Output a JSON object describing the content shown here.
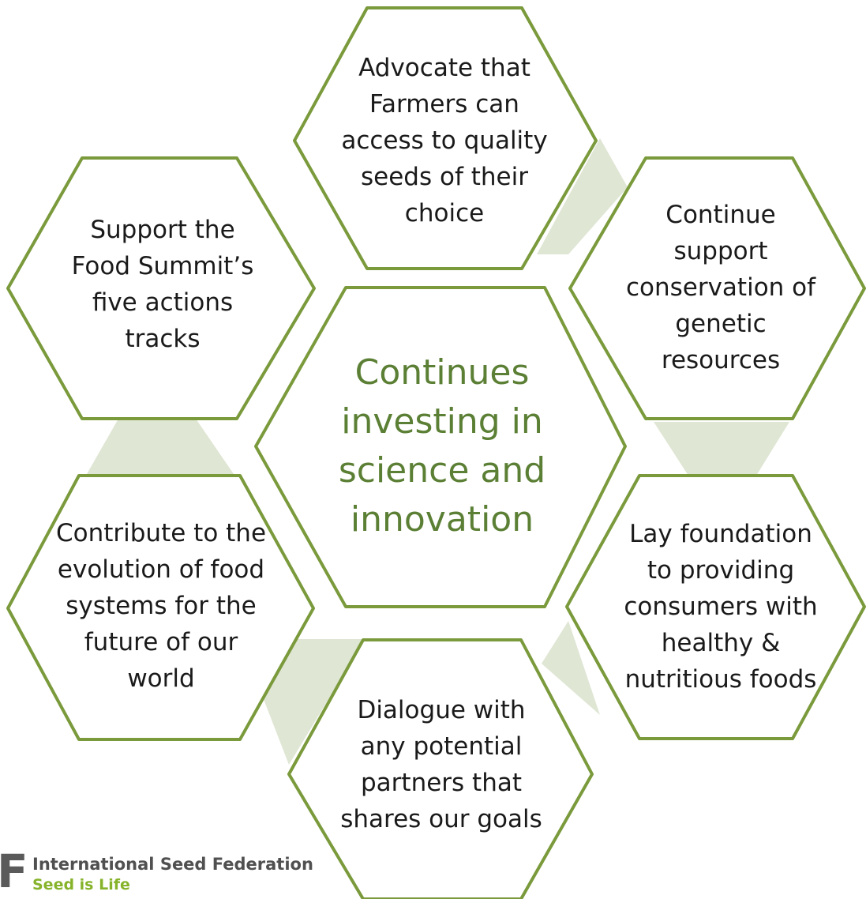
{
  "diagram": {
    "center": "Continues investing in science and innovation",
    "nodes": {
      "top": "Advocate that Farmers can access to quality seeds of their choice",
      "upper_right": "Continue support conservation of genetic resources",
      "lower_right": "Lay foundation to providing consumers with healthy & nutritious foods",
      "bottom": "Dialogue with any potential partners that shares our goals",
      "lower_left": "Contribute to the evolution of food systems for the future of our world",
      "upper_left": "Support the Food Summit’s five actions tracks"
    },
    "colors": {
      "hex_outline": "#7a9a3c",
      "connector_fill": "#dfe6d4",
      "center_text": "#5b7f34",
      "node_text": "#1a1a1a"
    }
  },
  "logo": {
    "mark": "F",
    "name": "International Seed Federation",
    "tagline": "Seed is Life",
    "colors": {
      "name": "#505050",
      "tagline": "#86b32a"
    }
  }
}
